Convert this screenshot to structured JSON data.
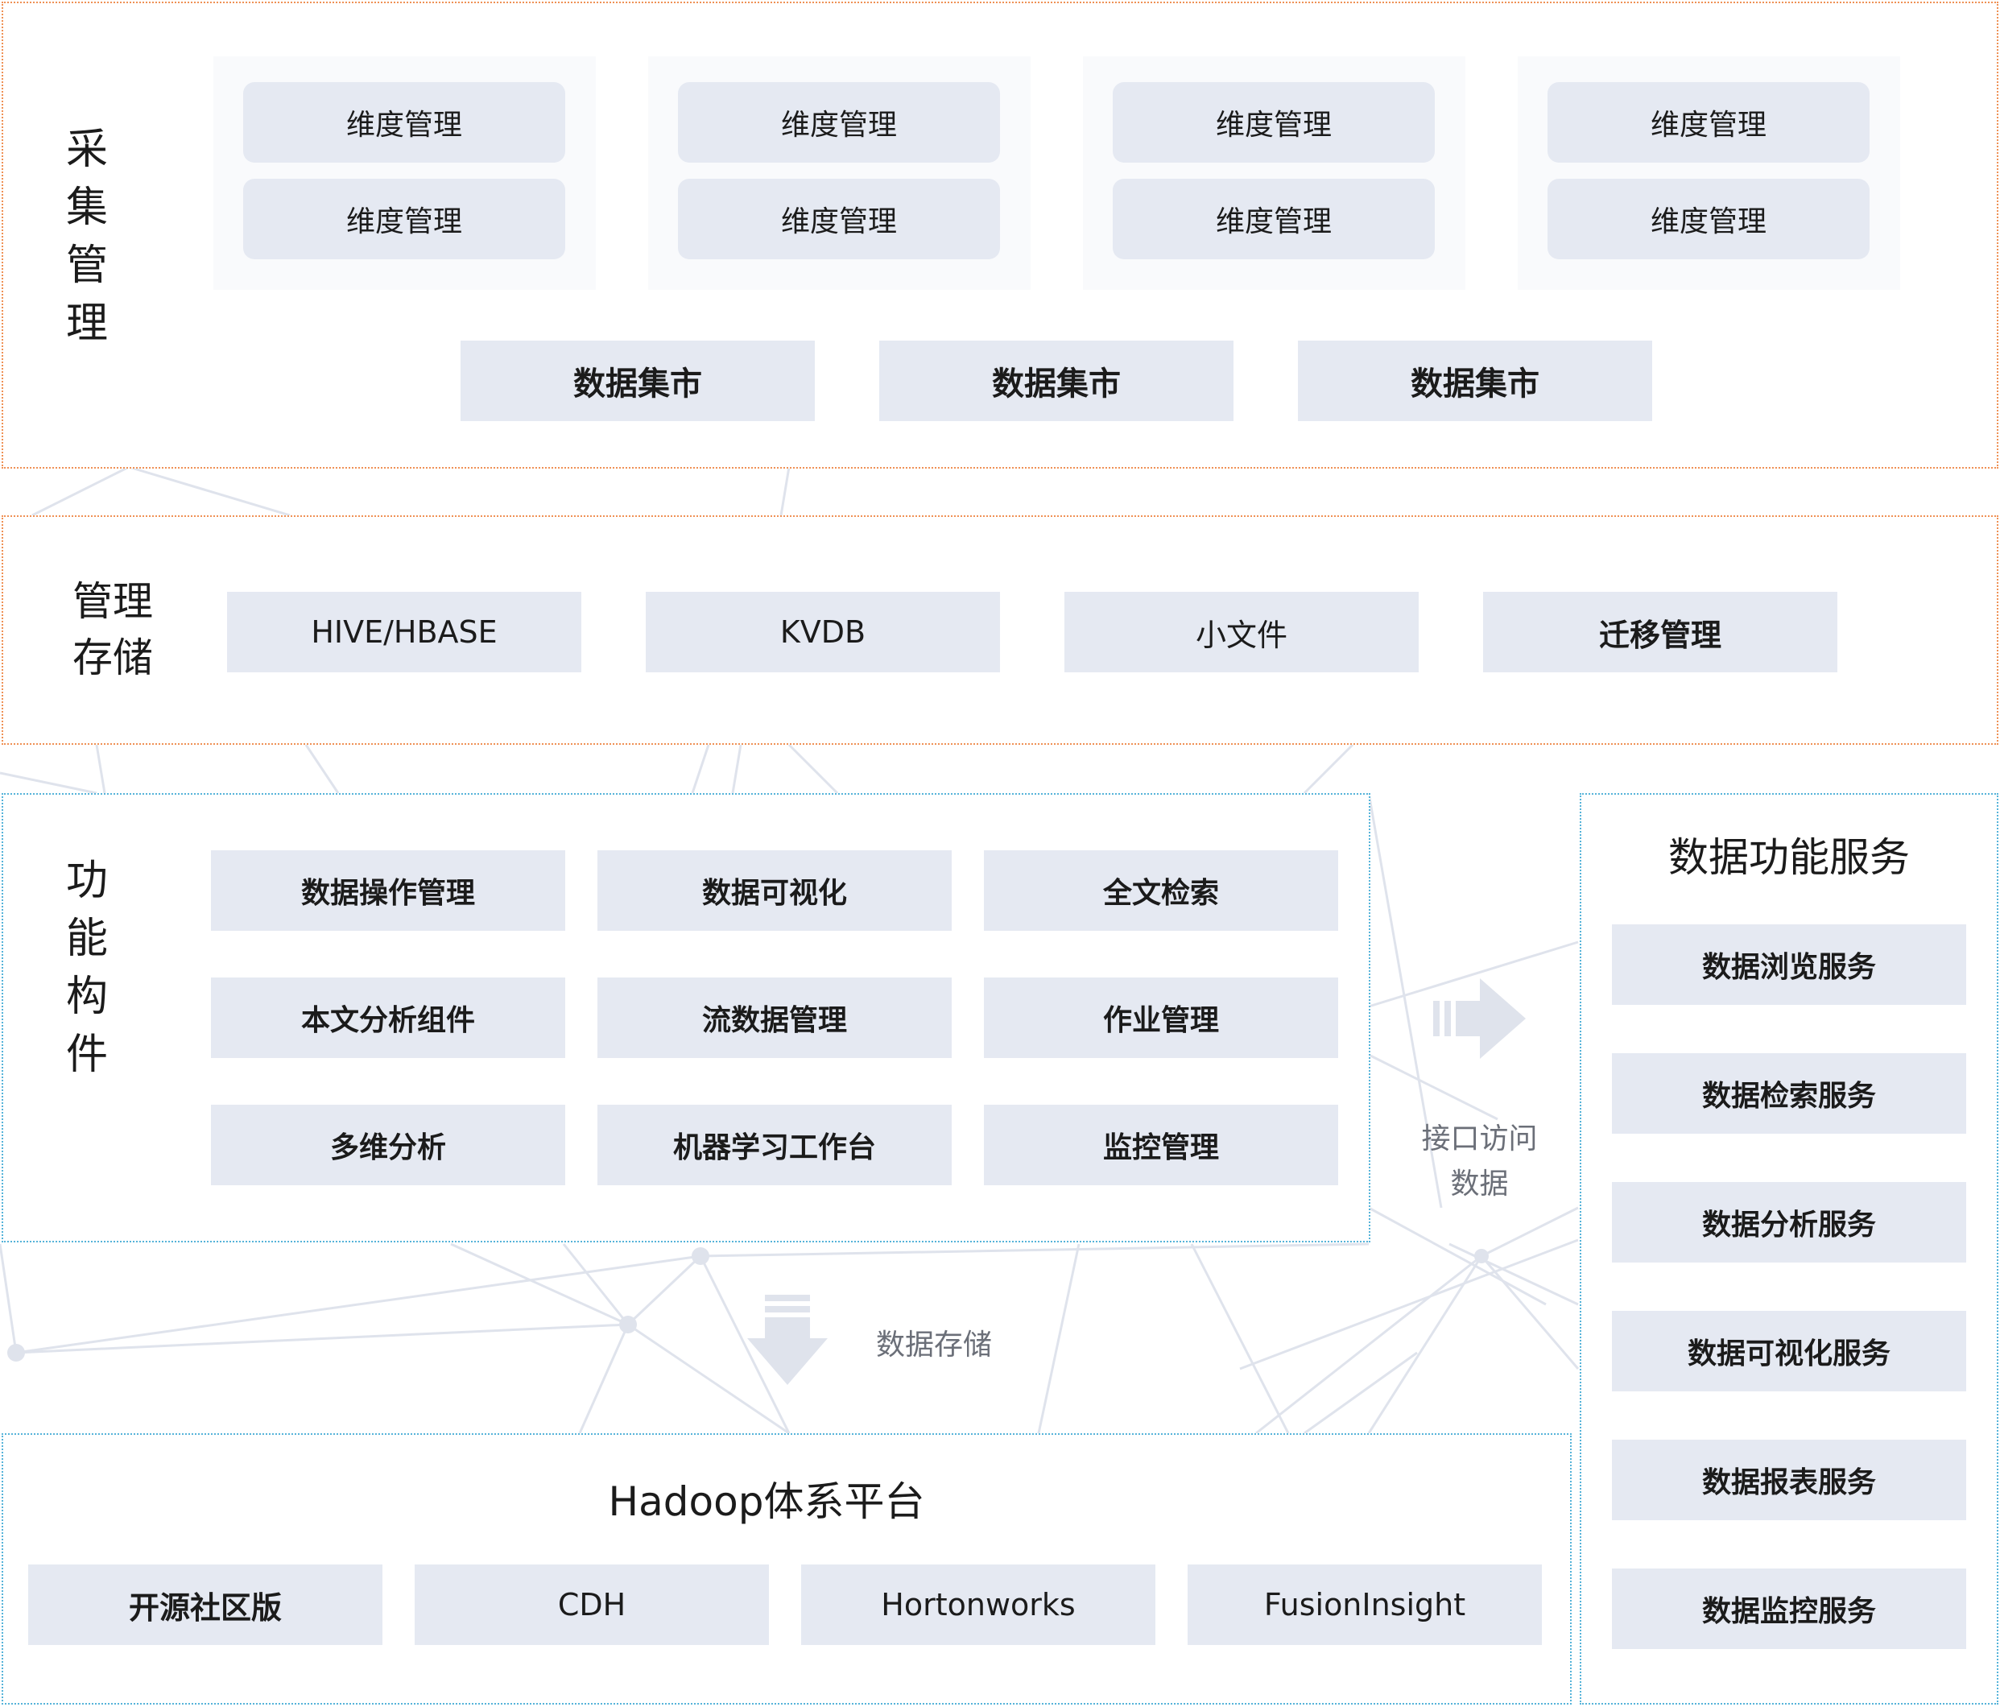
{
  "collection": {
    "label": "采\n集\n管\n理",
    "groups": [
      {
        "items": [
          "维度管理",
          "维度管理"
        ]
      },
      {
        "items": [
          "维度管理",
          "维度管理"
        ]
      },
      {
        "items": [
          "维度管理",
          "维度管理"
        ]
      },
      {
        "items": [
          "维度管理",
          "维度管理"
        ]
      }
    ],
    "marts": [
      "数据集市",
      "数据集市",
      "数据集市"
    ]
  },
  "storage": {
    "label": "管理\n存储",
    "items": [
      "HIVE/HBASE",
      "KVDB",
      "小文件",
      "迁移管理"
    ]
  },
  "components": {
    "label": "功\n能\n构\n件",
    "items": [
      "数据操作管理",
      "数据可视化",
      "全文检索",
      "本文分析组件",
      "流数据管理",
      "作业管理",
      "多维分析",
      "机器学习工作台",
      "监控管理"
    ]
  },
  "services": {
    "title": "数据功能服务",
    "items": [
      "数据浏览服务",
      "数据检索服务",
      "数据分析服务",
      "数据可视化服务",
      "数据报表服务",
      "数据监控服务"
    ]
  },
  "interface_note": "接口访问\n数据",
  "storage_note": "数据存储",
  "hadoop": {
    "title": "Hadoop体系平台",
    "items": [
      "开源社区版",
      "CDH",
      "Hortonworks",
      "FusionInsight"
    ]
  },
  "colors": {
    "box_fill": "#e5e9f2",
    "orange_border": "#ef9155",
    "blue_border": "#55b3d9",
    "arrow": "#dfe3ec"
  }
}
